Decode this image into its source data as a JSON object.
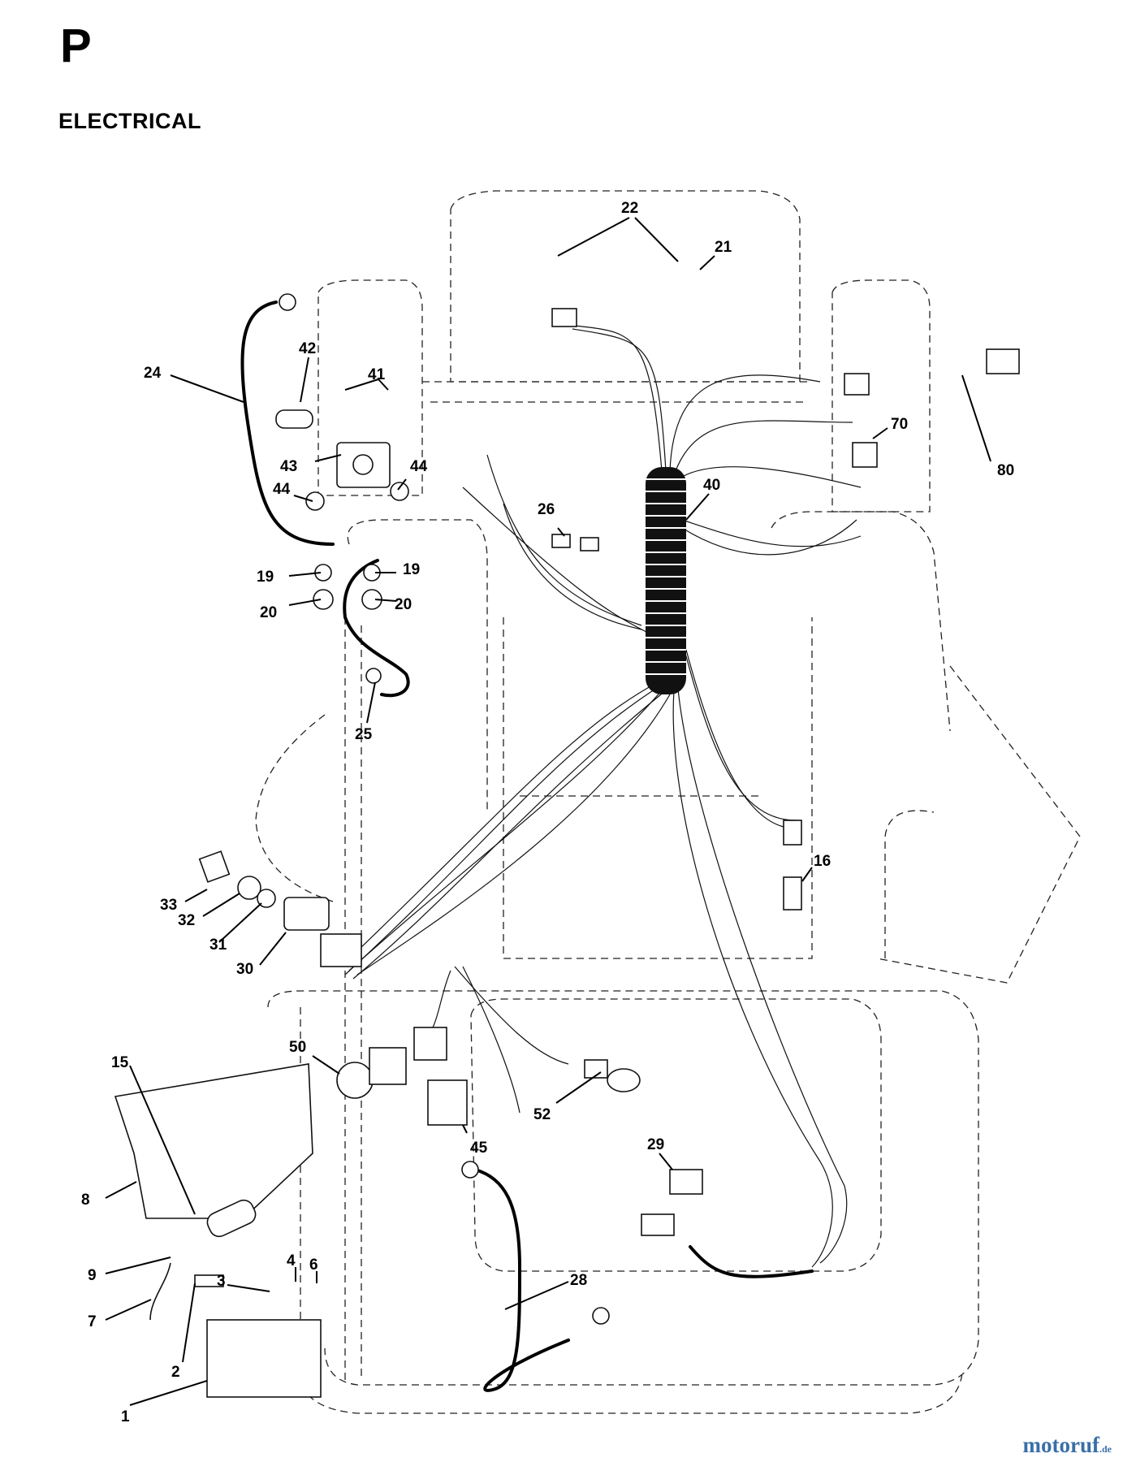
{
  "header": {
    "section_letter": "P",
    "title": "ELECTRICAL"
  },
  "callouts": [
    "22",
    "21",
    "24",
    "42",
    "41",
    "43",
    "44",
    "44",
    "19",
    "19",
    "20",
    "20",
    "25",
    "26",
    "40",
    "70",
    "80",
    "16",
    "33",
    "32",
    "31",
    "30",
    "50",
    "15",
    "8",
    "9",
    "7",
    "3",
    "4",
    "6",
    "2",
    "1",
    "45",
    "52",
    "29",
    "28"
  ],
  "watermark": {
    "brand": "motoruf",
    "suffix": ".de"
  },
  "colors": {
    "ink": "#000000",
    "watermark": "#3a6fa8"
  }
}
